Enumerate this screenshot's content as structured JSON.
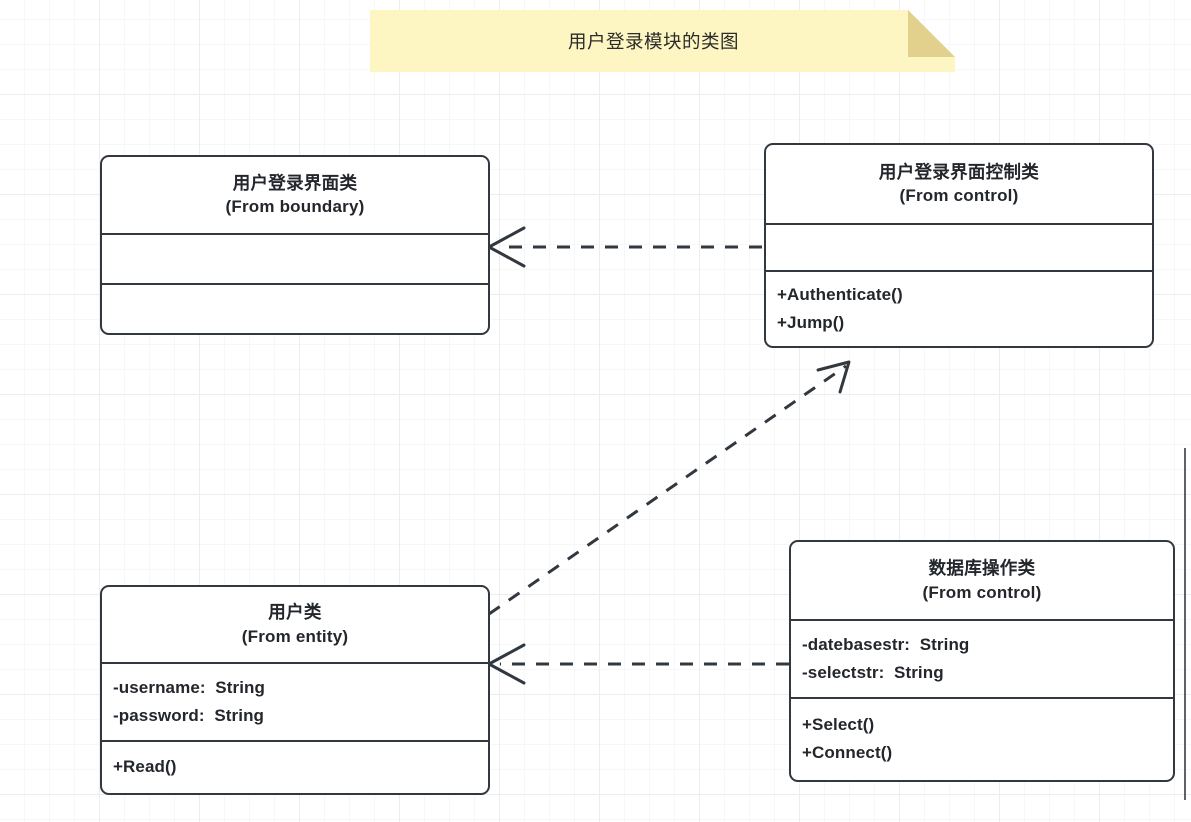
{
  "diagram": {
    "title": "用户登录模块的类图",
    "colors": {
      "note_fill": "#fdf5c2",
      "note_fold": "#e2d18c",
      "box_border": "#32383f",
      "box_fill": "#ffffff",
      "text": "#23272c",
      "grid_minor": "#f7f7f7",
      "grid_major": "#ededed",
      "connector": "#32383f"
    }
  },
  "classes": [
    {
      "id": "boundary-class",
      "name": "用户登录界面类",
      "package": "(From boundary)",
      "attributes": [],
      "operations": []
    },
    {
      "id": "control-class",
      "name": "用户登录界面控制类",
      "package": "(From control)",
      "attributes": [],
      "operations": [
        "+Authenticate()",
        "+Jump()"
      ]
    },
    {
      "id": "entity-class",
      "name": "用户类",
      "package": "(From entity)",
      "attributes": [
        "-username:  String",
        "-password:  String"
      ],
      "operations": [
        "+Read()"
      ]
    },
    {
      "id": "database-class",
      "name": "数据库操作类",
      "package": "(From control)",
      "attributes": [
        "-datebasestr:  String",
        "-selectstr:  String"
      ],
      "operations": [
        "+Select()",
        "+Connect()"
      ]
    }
  ],
  "relationships": [
    {
      "id": "dep-control-to-boundary",
      "type": "dependency",
      "style": "dashed",
      "arrow": "open",
      "from": "control-class",
      "to": "boundary-class"
    },
    {
      "id": "dep-entity-to-control",
      "type": "dependency",
      "style": "dashed",
      "arrow": "open",
      "from": "entity-class",
      "to": "control-class"
    },
    {
      "id": "dep-database-to-entity",
      "type": "dependency",
      "style": "dashed",
      "arrow": "open",
      "from": "database-class",
      "to": "entity-class"
    }
  ]
}
